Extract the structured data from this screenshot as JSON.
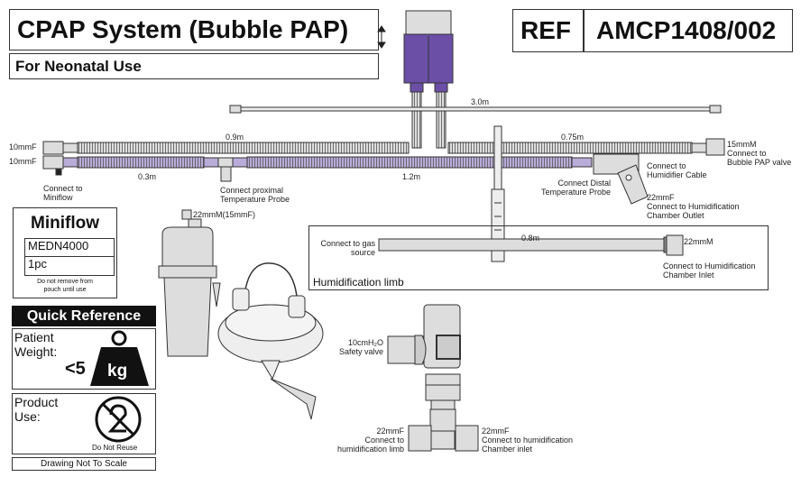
{
  "header": {
    "title": "CPAP System (Bubble PAP)",
    "subtitle": "For Neonatal Use",
    "ref_label": "REF",
    "ref_code": "AMCP1408/002"
  },
  "tubes": {
    "length_main": "3.0m",
    "length_upper": "0.9m",
    "length_lower_short": "0.3m",
    "length_lower": "1.2m",
    "length_right": "0.75m",
    "length_humid": "0.8m",
    "left_upper_size": "10mmF",
    "left_lower_size": "10mmF",
    "miniflow_connect": [
      "Connect to",
      "Miniflow"
    ],
    "proximal_probe": [
      "Connect proximal",
      "Temperature Probe"
    ],
    "distal_probe": [
      "Connect Distal",
      "Temperature Probe"
    ],
    "humidifier_cable": [
      "Connect to",
      "Humidifier Cable"
    ],
    "bubble_pap": [
      "15mmM",
      "Connect to",
      "Bubble PAP valve"
    ],
    "chamber_outlet": [
      "22mmF",
      "Connect to Humidification",
      "Chamber Outlet"
    ]
  },
  "humidification_limb": {
    "title": "Humidification limb",
    "gas_source": [
      "Connect to gas",
      "source"
    ],
    "end_size": "22mmM",
    "chamber_inlet": [
      "Connect to Humidification",
      "Chamber Inlet"
    ]
  },
  "chamber": {
    "port_label": "22mmM(15mmF)"
  },
  "valve": {
    "safety": [
      "10cmH₂O",
      "Safety valve"
    ],
    "left": [
      "22mmF",
      "Connect to",
      "humidification limb"
    ],
    "right": [
      "22mmF",
      "Connect to humidification",
      "Chamber inlet"
    ]
  },
  "miniflow": {
    "title": "Miniflow",
    "code": "MEDN4000",
    "qty": "1pc",
    "note": [
      "Do not remove from",
      "pouch until use"
    ]
  },
  "quick_reference": {
    "title": "Quick Reference",
    "weight_label": [
      "Patient",
      "Weight:"
    ],
    "weight_value": "<5",
    "weight_unit": "kg",
    "product_label": [
      "Product",
      "Use:"
    ],
    "reuse_text": "Do Not Reuse",
    "footer": "Drawing Not To Scale"
  },
  "colors": {
    "purple": "#6b4fa6",
    "tube_grey": "#d9d9d9",
    "tube_purple": "#b9acd8",
    "outline": "#333333"
  }
}
